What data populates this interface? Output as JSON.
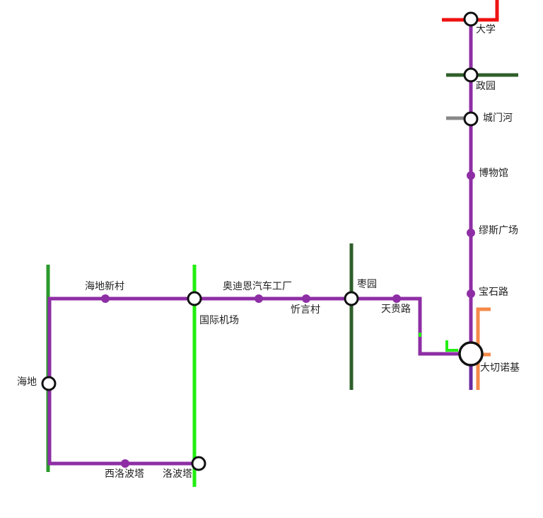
{
  "colors": {
    "purple_line": "#8e2ea5",
    "red_line": "#ee1111",
    "dark_green_line": "#2f5f2a",
    "gray_line": "#888888",
    "orange_line": "#f58a4a",
    "bright_green_line": "#22ee11",
    "green_line": "#2a9a2a",
    "dark_purple_segment": "#6a2aa0",
    "station_fill": "#ffffff",
    "station_stroke": "#111111",
    "label_color": "#222222"
  },
  "stations": {
    "daxue": "大学",
    "zhengyuan": "政园",
    "chengmenhe": "城门河",
    "bowuguan": "博物馆",
    "miaosi": "缪斯广场",
    "baoshilu": "宝石路",
    "daqienuoji": "大切诺基",
    "tianguilu": "天贵路",
    "zaoyuan": "枣园",
    "xinyancun": "忻言村",
    "aodien": "奥迪恩汽车工厂",
    "guojijichang": "国际机场",
    "haidixincun": "海地新村",
    "haidi": "海地",
    "xiluobota": "西洛波塔",
    "luobota": "洛波塔"
  }
}
